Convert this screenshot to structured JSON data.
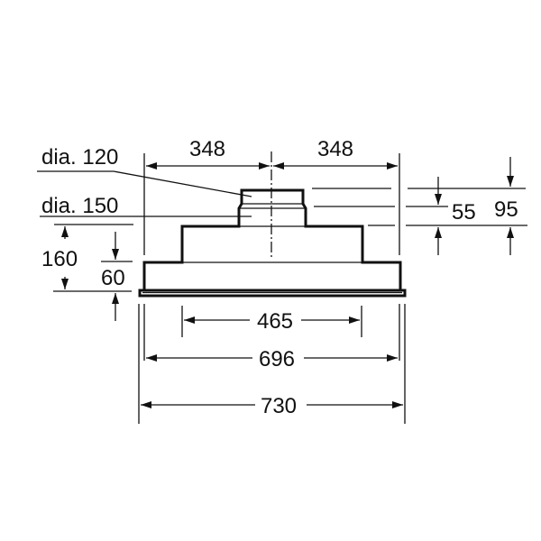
{
  "drawing": {
    "title": "Built-in hood dimension drawing",
    "units": "mm",
    "labels": {
      "dia_120": "dia. 120",
      "dia_150": "dia. 150"
    },
    "dimensions": {
      "top_left_half": "348",
      "top_right_half": "348",
      "right_inner_height": "55",
      "right_outer_height": "95",
      "left_total_height": "160",
      "left_base_height": "60",
      "inner_width": "465",
      "body_width": "696",
      "overall_width": "730"
    },
    "colors": {
      "line": "#111111",
      "background": "#ffffff"
    }
  }
}
